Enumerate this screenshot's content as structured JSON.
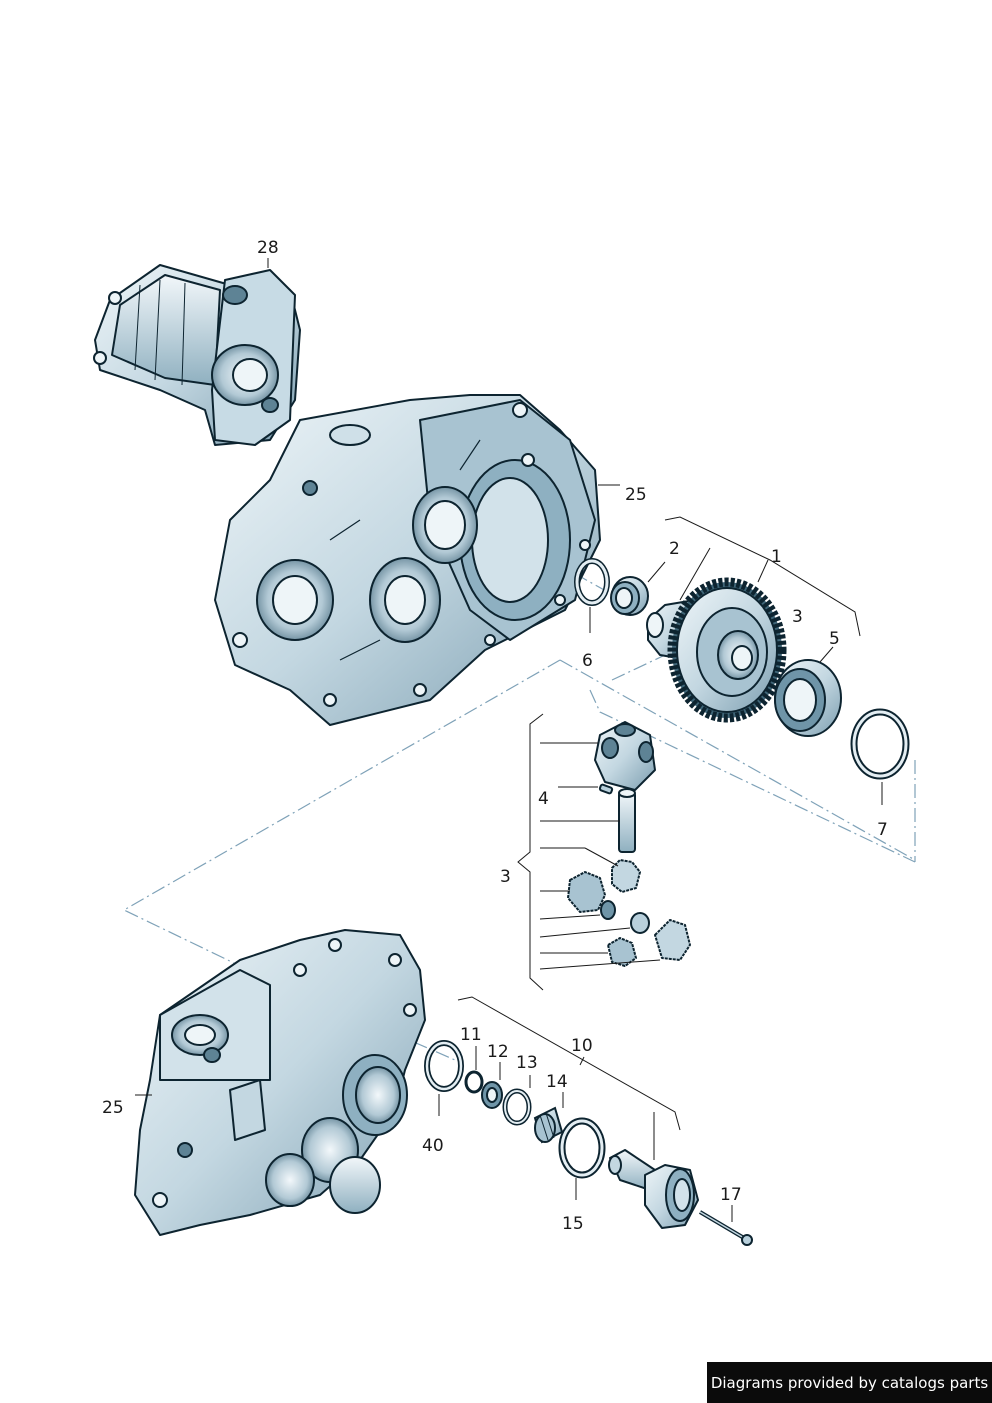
{
  "callouts": {
    "c28": "28",
    "c25_top": "25",
    "c2": "2",
    "c1": "1",
    "c3_gear": "3",
    "c5": "5",
    "c6": "6",
    "c7": "7",
    "c4": "4",
    "c3_diff": "3",
    "c25_bottom": "25",
    "c11": "11",
    "c12": "12",
    "c13": "13",
    "c10": "10",
    "c14": "14",
    "c40": "40",
    "c15": "15",
    "c17": "17"
  },
  "credit_text": "Diagrams provided by catalogs parts",
  "colors": {
    "ink": "#1a1a1a",
    "part_fill_light": "#e4eef3",
    "part_fill_mid": "#b8d0dc",
    "part_fill_dark": "#6f95a8",
    "outline": "#0d2430",
    "dash_line": "#7fa2b8",
    "credit_bg": "#0b0b0b"
  }
}
